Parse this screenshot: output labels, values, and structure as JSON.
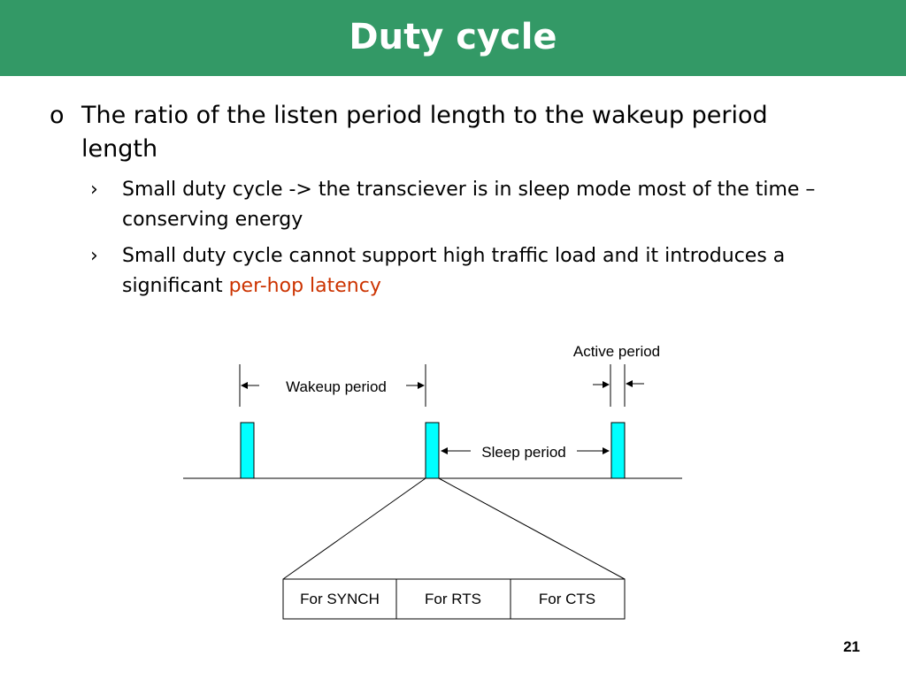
{
  "slide": {
    "title": "Duty cycle",
    "page_number": "21",
    "colors": {
      "title_bar": "#339966",
      "title_text": "#ffffff",
      "pulse_fill": "#00ffff",
      "highlight_text": "#cc3300"
    }
  },
  "bullets": {
    "main": {
      "marker": "o",
      "text": "The ratio of the listen period length to the wakeup period length"
    },
    "sub1": {
      "marker": "›",
      "text": "Small duty cycle -> the transciever is in sleep mode most of the time – conserving energy"
    },
    "sub2": {
      "marker": "›",
      "text_before": "Small duty cycle cannot support high traffic load and it introduces a significant ",
      "highlight": "per-hop latency"
    }
  },
  "diagram": {
    "active_period_label": "Active period",
    "wakeup_period_label": "Wakeup period",
    "sleep_period_label": "Sleep period",
    "slots": [
      "For SYNCH",
      "For RTS",
      "For CTS"
    ]
  }
}
